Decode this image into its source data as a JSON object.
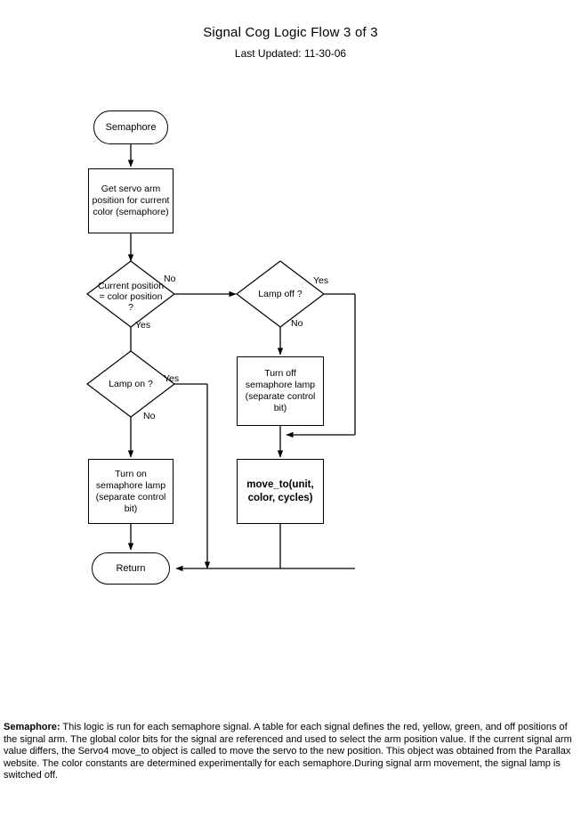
{
  "header": {
    "title": "Signal Cog Logic Flow 3 of 3",
    "subtitle": "Last Updated: 11-30-06"
  },
  "flowchart": {
    "nodes": {
      "start": {
        "label": "Semaphore",
        "shape": "terminator"
      },
      "get_position": {
        "line1": "Get servo arm",
        "line2": "position for current",
        "line3": "color (semaphore)",
        "shape": "process"
      },
      "decision_position": {
        "line1": "Current position",
        "line2": "= color position",
        "line3": "?",
        "shape": "decision"
      },
      "decision_lamp_off": {
        "label": "Lamp off ?",
        "shape": "decision"
      },
      "decision_lamp_on": {
        "label": "Lamp on ?",
        "shape": "decision"
      },
      "turn_off_lamp": {
        "line1": "Turn off",
        "line2": "semaphore lamp",
        "line3": "(separate control",
        "line4": "bit)",
        "shape": "process"
      },
      "turn_on_lamp": {
        "line1": "Turn on",
        "line2": "semaphore lamp",
        "line3": "(separate control",
        "line4": "bit)",
        "shape": "process"
      },
      "move_to": {
        "line1": "move_to(unit,",
        "line2": "color, cycles)",
        "shape": "process"
      },
      "return": {
        "label": "Return",
        "shape": "terminator"
      }
    },
    "edge_labels": {
      "position_no": "No",
      "position_yes": "Yes",
      "lamp_off_yes": "Yes",
      "lamp_off_no": "No",
      "lamp_on_yes": "Yes",
      "lamp_on_no": "No"
    }
  },
  "caption": {
    "lead": "Semaphore:",
    "body": " This logic is run for each semaphore signal. A table for each signal defines the red, yellow, green, and off positions of the signal arm. The global color bits for the signal are referenced and used to select the arm position value. If the current signal arm value differs, the Servo4 move_to object is called to move the servo to the new position. This object was obtained from the Parallax website. The color constants are determined experimentally for each semaphore.During signal arm movement, the signal lamp is switched off."
  },
  "colors": {
    "stroke": "#000000",
    "background": "#ffffff"
  }
}
